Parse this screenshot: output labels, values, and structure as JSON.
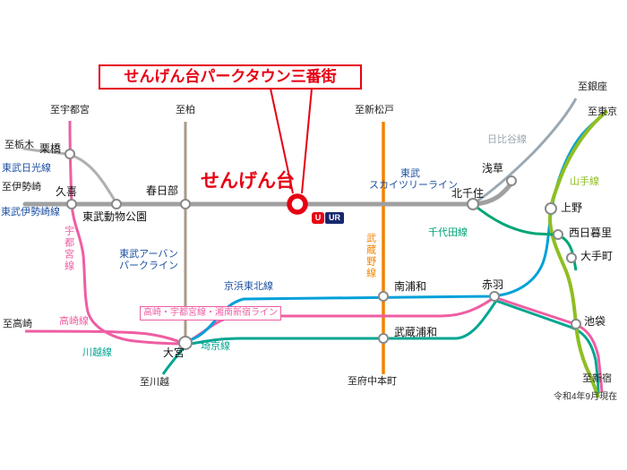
{
  "callout": {
    "text": "せんげん台パークタウン三番街"
  },
  "highlight": {
    "station": "せんげん台"
  },
  "logo": {
    "u": "U",
    "ur": "UR"
  },
  "note": "令和4年9月現在",
  "directions": {
    "utsunomiya": "至宇都宮",
    "kashiwa": "至柏",
    "shinmatsudo": "至新松戸",
    "ginza": "至銀座",
    "tokyo": "至東京",
    "tochigi": "至栃木",
    "isesaki": "至伊勢崎",
    "takasaki": "至高崎",
    "kawagoe": "至川越",
    "fuchuhommachi": "至府中本町",
    "shinjuku": "至新宿"
  },
  "stations": {
    "kurihashi": "栗橋",
    "kuki": "久喜",
    "tobu_dobutsu_koen": "東武動物公園",
    "kasukabe": "春日部",
    "kitasenju": "北千住",
    "asakusa": "浅草",
    "ueno": "上野",
    "nishinippori": "西日暮里",
    "otemachi": "大手町",
    "minamiurawa": "南浦和",
    "akabane": "赤羽",
    "musashiurawa": "武蔵浦和",
    "omiya": "大宮",
    "ikebukuro": "池袋"
  },
  "lines": {
    "tobu_nikko": "東武日光線",
    "tobu_isesaki": "東武伊勢崎線",
    "utsunomiya": "宇都宮線",
    "tobu_urban_park_1": "東武アーバン",
    "tobu_urban_park_2": "パークライン",
    "tobu_skytree_1": "東武",
    "tobu_skytree_2": "スカイツリーライン",
    "hibiya": "日比谷線",
    "yamanote": "山手線",
    "chiyoda": "千代田線",
    "musashino": "武蔵野線",
    "keihin_tohoku": "京浜東北線",
    "takasaki_utsunomiya_shonan": "高崎・宇都宮線・湘南新宿ライン",
    "takasaki": "高崎線",
    "saikyo": "埼京線",
    "kawagoe": "川越線"
  },
  "colors": {
    "red": "#e60012",
    "tobu-blue": "#1d50a2",
    "gray-line": "#a0a0a0",
    "gray-thin": "#b0b0b0",
    "urban-park": "#a89a8a",
    "pink": "#ef5da2",
    "kt-blue": "#00a0d9",
    "teal": "#00a692",
    "orange": "#f08300",
    "yamanote": "#8fbe22",
    "chiyoda": "#00a576",
    "hibiya": "#9aa8b2",
    "text": "#222222",
    "ur-navy": "#16286e"
  }
}
